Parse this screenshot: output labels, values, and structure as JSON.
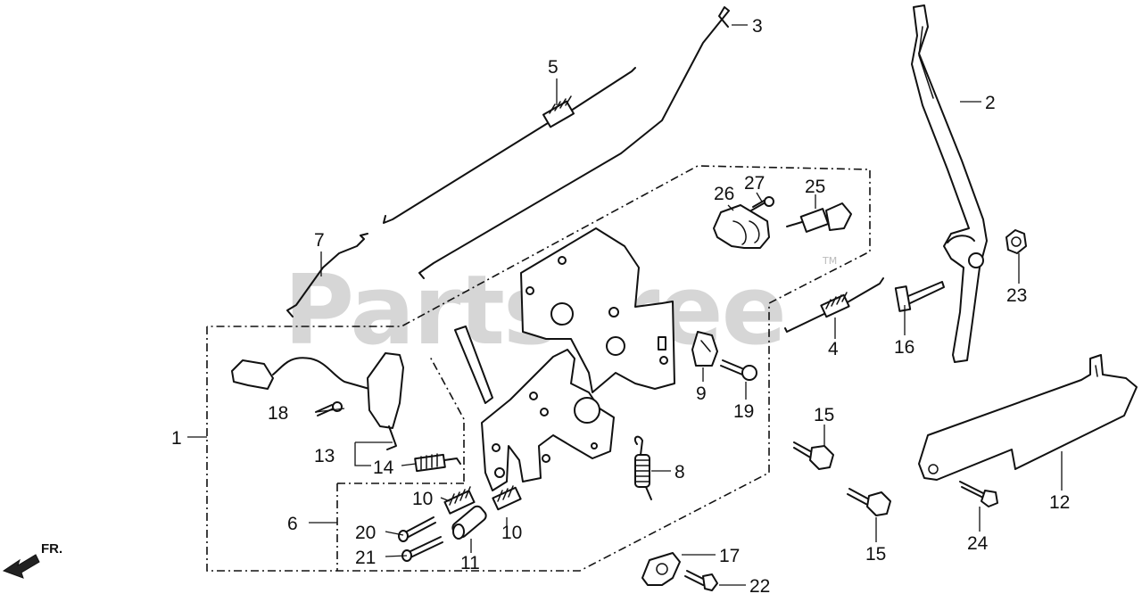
{
  "watermark": {
    "text": "PartsTree",
    "trademark": "TM"
  },
  "direction": {
    "label": "FR."
  },
  "callouts": {
    "c1": "1",
    "c2": "2",
    "c3": "3",
    "c4": "4",
    "c5": "5",
    "c6": "6",
    "c7": "7",
    "c8": "8",
    "c9": "9",
    "c10a": "10",
    "c10b": "10",
    "c11": "11",
    "c12": "12",
    "c13": "13",
    "c14": "14",
    "c15a": "15",
    "c15b": "15",
    "c16": "16",
    "c17": "17",
    "c18": "18",
    "c19": "19",
    "c20": "20",
    "c21": "21",
    "c22": "22",
    "c23": "23",
    "c24": "24",
    "c25": "25",
    "c26": "26",
    "c27": "27"
  }
}
